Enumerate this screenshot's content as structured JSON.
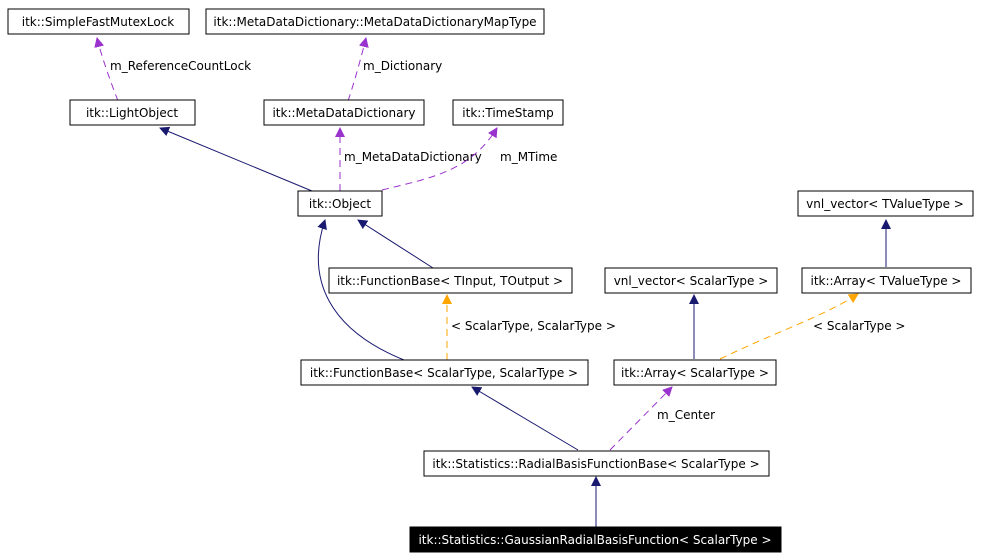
{
  "colors": {
    "inherit": "#191970",
    "usage": "#9a32cd",
    "template": "#ffa500",
    "highlight_bg": "#000000",
    "highlight_fg": "#ffffff"
  },
  "nodes": {
    "mutex": "itk::SimpleFastMutexLock",
    "mapType": "itk::MetaDataDictionary::MetaDataDictionaryMapType",
    "lightObject": "itk::LightObject",
    "metaDict": "itk::MetaDataDictionary",
    "timeStamp": "itk::TimeStamp",
    "object": "itk::Object",
    "vnlTValue": "vnl_vector< TValueType >",
    "funcBaseTemplate": "itk::FunctionBase< TInput, TOutput >",
    "vnlScalar": "vnl_vector< ScalarType >",
    "arrayTValue": "itk::Array< TValueType >",
    "funcBaseScalar": "itk::FunctionBase< ScalarType, ScalarType >",
    "arrayScalar": "itk::Array< ScalarType >",
    "rbfBase": "itk::Statistics::RadialBasisFunctionBase< ScalarType >",
    "gaussianRbf": "itk::Statistics::GaussianRadialBasisFunction< ScalarType >"
  },
  "edge_labels": {
    "refCountLock": "m_ReferenceCountLock",
    "dictionary": "m_Dictionary",
    "metaDataDictionary": "m_MetaDataDictionary",
    "mtime": "m_MTime",
    "scalarScalar": "< ScalarType, ScalarType >",
    "scalarType": "< ScalarType >",
    "center": "m_Center"
  }
}
